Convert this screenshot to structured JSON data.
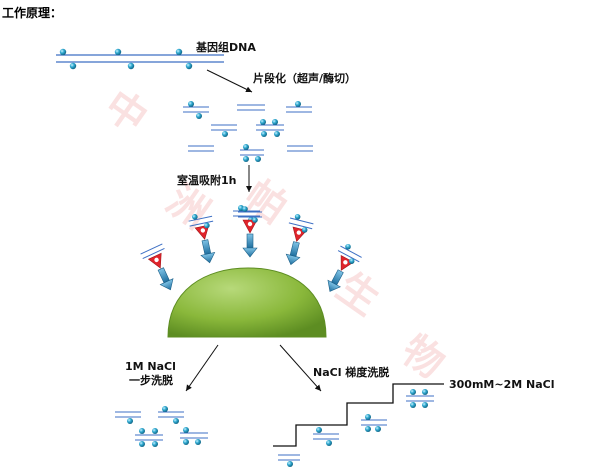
{
  "header": {
    "title": "工作原理："
  },
  "labels": {
    "genomic_dna": "基因组DNA",
    "fragmentation": "片段化（超声/酶切）",
    "adsorption": "室温吸附1h",
    "step_elution_line1": "1M NaCl",
    "step_elution_line2": "一步洗脱",
    "gradient_elution": "NaCl 梯度洗脱",
    "gradient_range": "300mM~2M NaCl"
  },
  "watermark": {
    "chars": [
      "中",
      "洲",
      "帕",
      "生",
      "物"
    ]
  },
  "colors": {
    "dna_line": "#3d6fc4",
    "bead": "#2a9bbf",
    "resin": "#8dbb3a",
    "tag_red": "#e0242b",
    "arrow_blue": "#2e8fc2"
  },
  "icons": [
    "methylated-dna-fragment-icon",
    "mbd-protein-icon",
    "resin-bead-icon"
  ]
}
